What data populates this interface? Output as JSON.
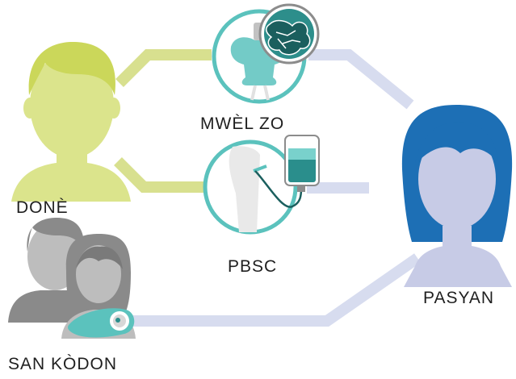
{
  "labels": {
    "donor": "DONÈ",
    "bone_marrow": "MWÈL ZO",
    "pbsc": "PBSC",
    "patient": "PASYAN",
    "cord_blood": "SAN KÒDON"
  },
  "colors": {
    "donor_green": "#cbd75a",
    "donor_green_light": "#dbe48c",
    "patient_blue": "#1d6fb5",
    "patient_face": "#c7cbe6",
    "teal": "#5bc2bd",
    "teal_dark": "#2a8e8c",
    "connector_green": "#d8e08f",
    "connector_lavender": "#d7dcef",
    "parent_gray": "#8a8a8a",
    "parent_gray_light": "#bdbdbd",
    "bone_gray": "#9a9a9a"
  },
  "icons": {
    "donor": "donor-head-icon",
    "bone_marrow": "hip-bone-icon",
    "marrow_zoom": "bone-marrow-magnifier-icon",
    "pbsc": "arm-iv-bag-icon",
    "patient": "patient-head-icon",
    "cord_blood": "parents-with-baby-icon"
  }
}
